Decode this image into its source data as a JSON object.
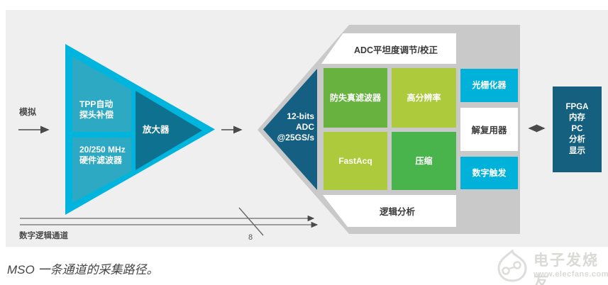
{
  "diagram": {
    "caption": "MSO 一条通道的采集路径。",
    "analog_label": "模拟",
    "digital_label": "数字逻辑通道",
    "bus_width_label": "8",
    "front_end": {
      "tpp_lines": [
        "TPP自动",
        "探头补偿"
      ],
      "filter_lines": [
        "20/250 MHz",
        "硬件滤波器"
      ],
      "amplifier": "放大器"
    },
    "adc_lines": [
      "12-bits",
      "ADC",
      "@25GS/s"
    ],
    "processing": {
      "flatness": "ADC平坦度调节/校正",
      "anti_aliasing_filter": "防失真滤波器",
      "high_resolution": "高分辨率",
      "fastacq": "FastAcq",
      "compression": "压缩",
      "logic_analysis": "逻辑分析",
      "rasterizer": "光栅化器",
      "demultiplexer": "解复用器",
      "digital_trigger": "数字触发"
    },
    "output_lines": [
      "FPGA",
      "内存",
      "PC",
      "分析",
      "显示"
    ]
  },
  "watermark": {
    "name": "电子发烧友",
    "url": "www.elecfans.com"
  },
  "colors": {
    "accent_cyan": "#00b5dd",
    "teal": "#2ea9c3",
    "dark_teal": "#0f7190",
    "navy": "#145f82",
    "green": "#68b33f",
    "light_green": "#adc93c",
    "mid_green": "#4ab44c",
    "block_gray": "#c9c9ca",
    "panel_gray": "#efeff0"
  }
}
